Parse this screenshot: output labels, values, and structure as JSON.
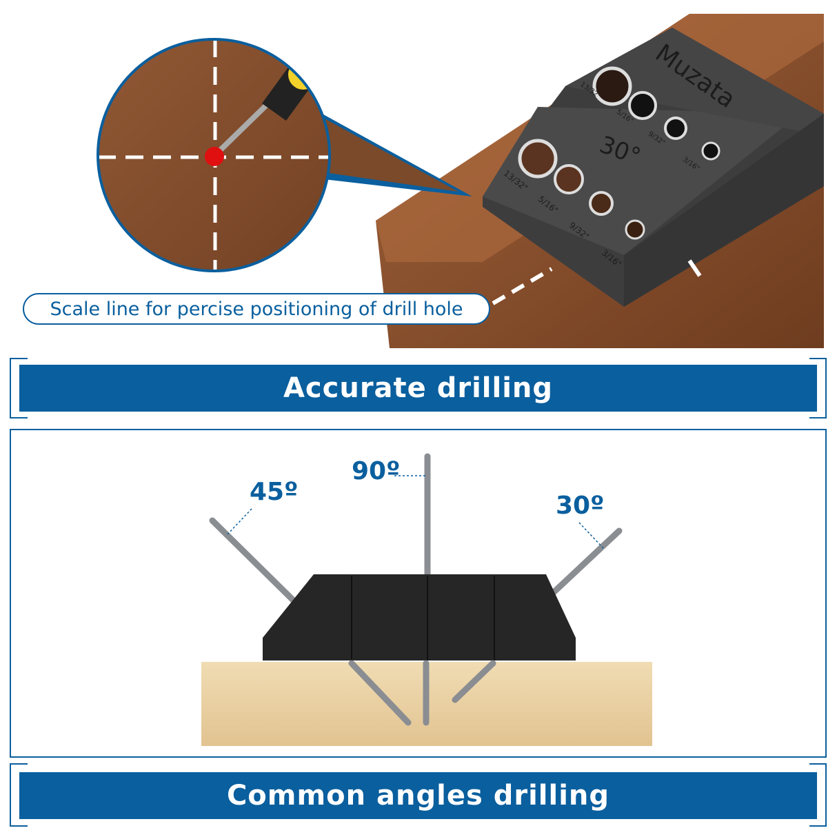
{
  "top_section": {
    "brand_mark": "Muzata",
    "guide_angle_label": "30°",
    "hole_sizes_row1": [
      "13/32\"",
      "5/16\"",
      "9/32\"",
      "3/16\""
    ],
    "hole_sizes_row2": [
      "13/32\"",
      "5/16\"",
      "9/32\"",
      "3/16\""
    ],
    "caption": "Scale line for percise positioning of drill hole"
  },
  "banner_1": {
    "title": "Accurate drilling"
  },
  "angles_section": {
    "angles": [
      "45º",
      "90º",
      "30º"
    ]
  },
  "banner_2": {
    "title": "Common angles drilling"
  },
  "colors": {
    "brand_blue": "#0a5f9e",
    "jig": "#3a3a3a",
    "wood_dark": "#8a4f2a",
    "wood_light": "#ead3a6",
    "marker_red": "#e01010"
  }
}
